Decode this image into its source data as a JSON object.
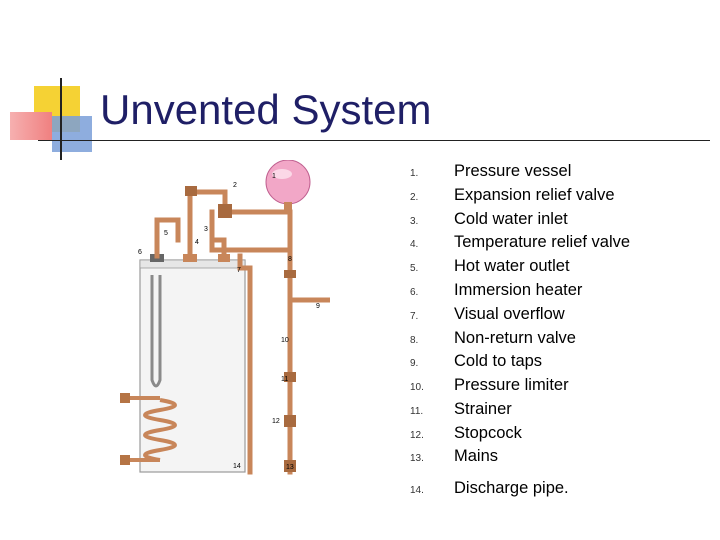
{
  "slide": {
    "title": "Unvented System",
    "components": [
      {
        "number": "1.",
        "label": "Pressure vessel"
      },
      {
        "number": "2.",
        "label": "Expansion relief valve"
      },
      {
        "number": "3.",
        "label": "Cold water inlet"
      },
      {
        "number": "4.",
        "label": "Temperature relief valve"
      },
      {
        "number": "5.",
        "label": "Hot water outlet"
      },
      {
        "number": "6.",
        "label": "Immersion heater"
      },
      {
        "number": "7.",
        "label": "Visual overflow"
      },
      {
        "number": "8.",
        "label": "Non-return valve"
      },
      {
        "number": "9.",
        "label": "Cold to taps"
      },
      {
        "number": "10.",
        "label": "Pressure limiter"
      },
      {
        "number": "11.",
        "label": "Strainer"
      },
      {
        "number": "12.",
        "label": "Stopcock"
      },
      {
        "number": "13.",
        "label": "Mains"
      },
      {
        "number": "14.",
        "label": "Discharge pipe."
      }
    ]
  },
  "diagram_labels": [
    "1",
    "2",
    "3",
    "4",
    "5",
    "6",
    "7",
    "8",
    "9",
    "10",
    "11",
    "12",
    "13",
    "14"
  ],
  "colors": {
    "title": "#1f1f66",
    "accent_yellow": "#f5d234",
    "accent_red": "#f08080",
    "accent_blue": "#7a9fd8",
    "copper": "#c8865a",
    "vessel": "#f2a7c7"
  }
}
